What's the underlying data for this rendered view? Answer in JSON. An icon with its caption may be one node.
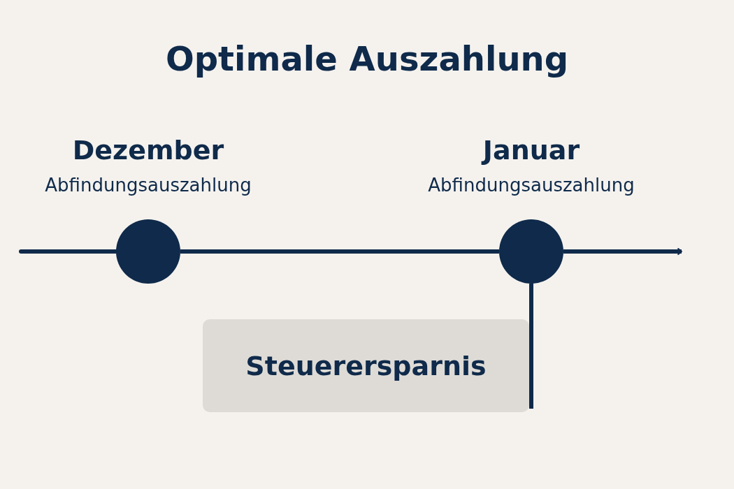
{
  "diagram": {
    "title": "Optimale Auszahlung",
    "nodes": [
      {
        "text": [
          "Dezember",
          "Abfindungsauszahlung"
        ]
      },
      {
        "text": [
          "Januar",
          "Abfindungsauszahlung"
        ]
      },
      {
        "text": [
          "Steuerersparnis"
        ]
      }
    ],
    "edges": [
      {
        "from": null,
        "to": 0,
        "arrow": "none"
      },
      {
        "from": 0,
        "to": 1,
        "arrow": "none"
      },
      {
        "from": 1,
        "to": null,
        "arrow": "to"
      },
      {
        "from": 1,
        "to": 2,
        "arrow": "none"
      }
    ]
  }
}
